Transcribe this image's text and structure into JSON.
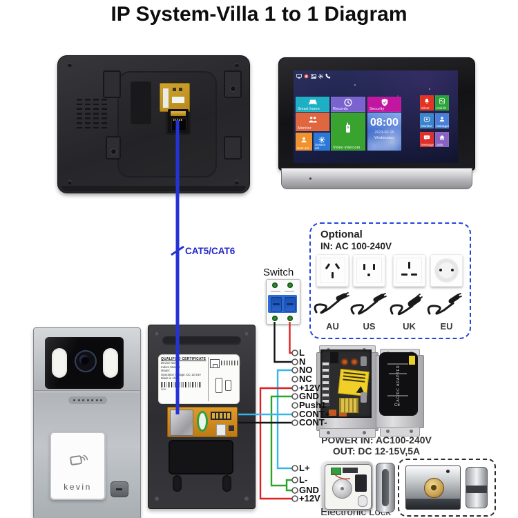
{
  "title": "IP System-Villa 1 to 1 Diagram",
  "cable_label": "CAT5/CAT6",
  "switch_label": "Switch",
  "optional_box": {
    "title": "Optional",
    "subtitle": "IN: AC 100-240V",
    "plugs": [
      "AU",
      "US",
      "UK",
      "EU"
    ]
  },
  "monitor_front": {
    "status_icons": [
      "display-icon",
      "record-icon",
      "photo-icon",
      "gear-icon",
      "call-icon"
    ],
    "clock": {
      "time": "08:00",
      "date": "2023-02-15",
      "weekday": "Wednesday",
      "color": "#4a76d8"
    },
    "main_tiles": [
      {
        "label": "Smart home",
        "color": "#1db0c4",
        "icon": "sofa-icon"
      },
      {
        "label": "Records",
        "color": "#7a63cf",
        "icon": "clock-icon"
      },
      {
        "label": "Security",
        "color": "#c215a0",
        "icon": "shield-icon"
      },
      {
        "label": "Monitor",
        "color": "#e0663f",
        "icon": "people-icon"
      },
      {
        "label": "Video intercom",
        "color": "#38a42f",
        "icon": "handset-icon"
      },
      {
        "label": "User set",
        "color": "#f0922f",
        "icon": "person-icon"
      },
      {
        "label": "System set",
        "color": "#2b78d7",
        "icon": "gear-icon"
      }
    ],
    "side_tiles": [
      {
        "label": "Silent",
        "color": "#e23323",
        "icon": "bell-icon"
      },
      {
        "label": "Call lift",
        "color": "#2ba33a",
        "icon": "elevator-icon"
      },
      {
        "label": "Monitor",
        "color": "#3c85cc",
        "icon": "camera-icon"
      },
      {
        "label": "Manager",
        "color": "#4a7fd8",
        "icon": "person-icon"
      },
      {
        "label": "Message",
        "color": "#df2f2a",
        "icon": "chat-icon"
      },
      {
        "label": "Safe",
        "color": "#8a63c0",
        "icon": "home-icon"
      }
    ]
  },
  "doorbell_front": {
    "button_label": "kevin"
  },
  "doorbell_back": {
    "certificate": {
      "heading": "QUALIFIED CERTIFICATE",
      "lines": [
        "Device Name:",
        "Indoor Monitor",
        "Model:",
        "Operation Voltage: DC 12-24V",
        "Made in china"
      ],
      "serial": "S/N"
    }
  },
  "terminals": {
    "main": [
      "L",
      "N",
      "NO",
      "NC",
      "+12V",
      "GND",
      "Push1",
      "CONT+",
      "CONT-"
    ],
    "lock": [
      "L+",
      "L-",
      "GND",
      "+12V"
    ]
  },
  "power": {
    "line1": "POWER  IN: AC100-240V",
    "line2": "OUT: DC 12-15V,5A"
  },
  "lock_label": "Electronic Lock",
  "colors": {
    "wire_red": "#e02020",
    "wire_black": "#141414",
    "wire_cyan": "#35b6ea",
    "wire_green": "#28a428",
    "cable_blue": "#2433d6",
    "optional_border": "#2244dd",
    "switch_blue": "#2a6bd4"
  }
}
